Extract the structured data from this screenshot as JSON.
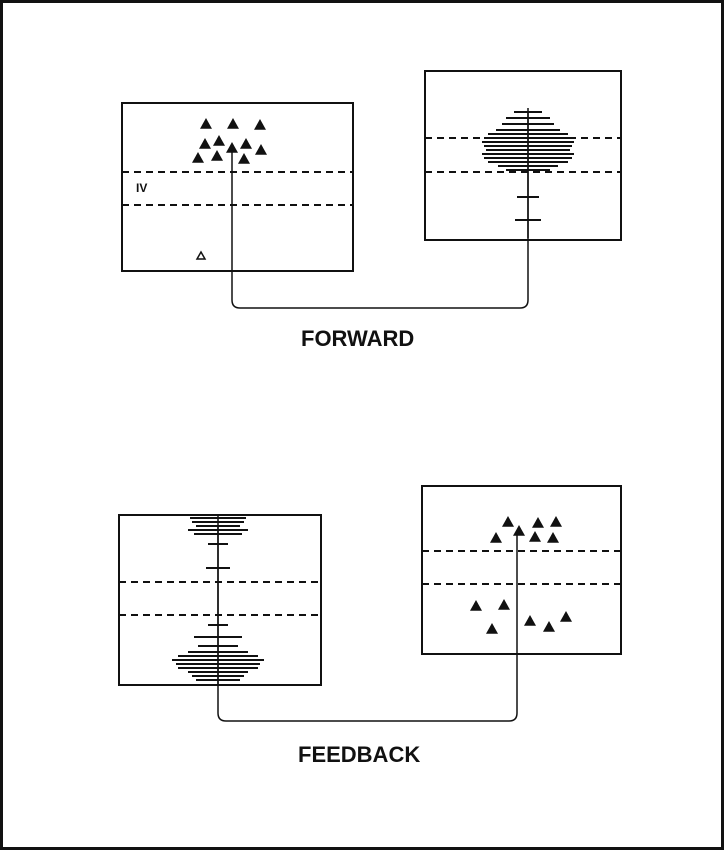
{
  "panels": {
    "forward": {
      "caption": "FORWARD",
      "layer_label": "IV"
    },
    "feedback": {
      "caption": "FEEDBACK"
    }
  },
  "colors": {
    "ink": "#111111",
    "background": "#ffffff"
  }
}
